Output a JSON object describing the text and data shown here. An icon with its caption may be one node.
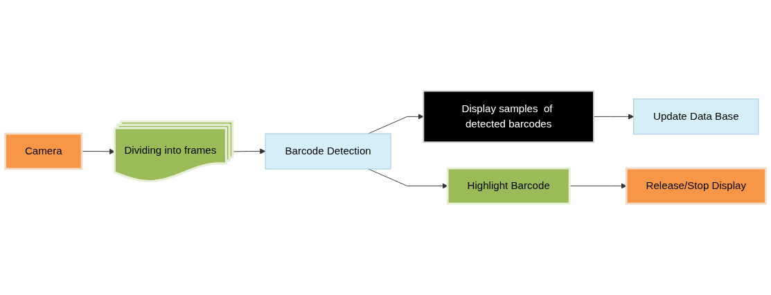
{
  "diagram": {
    "nodes": [
      {
        "text": [
          "Camera"
        ]
      },
      {
        "text": [
          "Dividing into frames"
        ]
      },
      {
        "text": [
          "Barcode Detection"
        ]
      },
      {
        "text": [
          "Display samples  of detected barcodes"
        ]
      },
      {
        "text": [
          "Update Data Base"
        ]
      },
      {
        "text": [
          "Highlight Barcode"
        ]
      },
      {
        "text": [
          "Release/Stop Display"
        ]
      }
    ],
    "edges": [
      {
        "from": 0,
        "to": 1,
        "arrow": "to"
      },
      {
        "from": 1,
        "to": 2,
        "arrow": "to"
      },
      {
        "from": 2,
        "to": 3,
        "arrow": "to"
      },
      {
        "from": 3,
        "to": 4,
        "arrow": "to"
      },
      {
        "from": 2,
        "to": 5,
        "arrow": "to"
      },
      {
        "from": 5,
        "to": 6,
        "arrow": "to"
      }
    ]
  }
}
